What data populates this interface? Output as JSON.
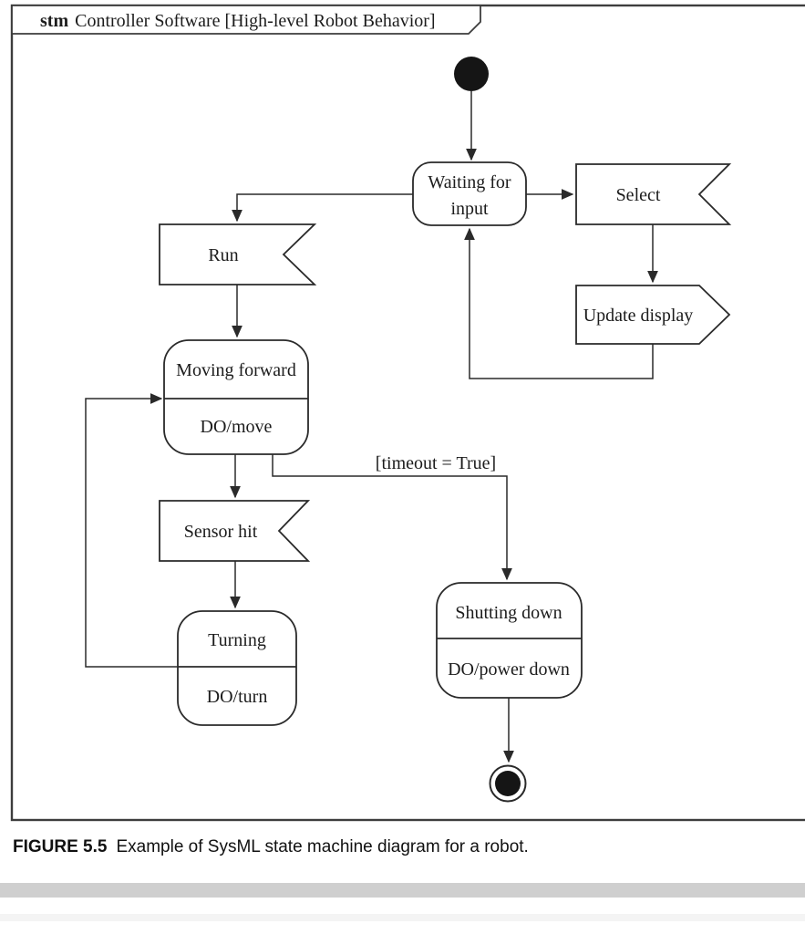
{
  "frame": {
    "kind": "stm",
    "title": "Controller Software [High-level Robot Behavior]"
  },
  "diagram": {
    "type": "sysml-state-machine",
    "states": [
      {
        "id": "waiting",
        "label": "Waiting for input",
        "label_lines": [
          "Waiting for",
          "input"
        ]
      },
      {
        "id": "moving_forward",
        "label": "Moving forward",
        "activity": "DO/move"
      },
      {
        "id": "turning",
        "label": "Turning",
        "activity": "DO/turn"
      },
      {
        "id": "shutting_down",
        "label": "Shutting down",
        "activity": "DO/power down"
      }
    ],
    "signals": [
      {
        "id": "select",
        "type": "receipt",
        "label": "Select"
      },
      {
        "id": "update_display",
        "type": "send",
        "label": "Update display"
      },
      {
        "id": "run",
        "type": "receipt",
        "label": "Run"
      },
      {
        "id": "sensor_hit",
        "type": "receipt",
        "label": "Sensor hit"
      }
    ],
    "pseudostates": [
      {
        "id": "initial",
        "type": "initial"
      },
      {
        "id": "final",
        "type": "final"
      }
    ],
    "transitions": [
      {
        "from": "initial",
        "to": "waiting"
      },
      {
        "from": "waiting",
        "to": "select"
      },
      {
        "from": "select",
        "to": "update_display"
      },
      {
        "from": "update_display",
        "to": "waiting"
      },
      {
        "from": "waiting",
        "to": "run"
      },
      {
        "from": "run",
        "to": "moving_forward"
      },
      {
        "from": "moving_forward",
        "to": "sensor_hit"
      },
      {
        "from": "sensor_hit",
        "to": "turning"
      },
      {
        "from": "turning",
        "to": "moving_forward"
      },
      {
        "from": "moving_forward",
        "to": "shutting_down",
        "guard": "[timeout = True]"
      },
      {
        "from": "shutting_down",
        "to": "final"
      }
    ],
    "guards": {
      "timeout": "[timeout = True]"
    }
  },
  "caption": {
    "label": "FIGURE 5.5",
    "text": "Example of SysML state machine diagram for a robot."
  },
  "colors": {
    "line": "#2a2a2a",
    "frame": "#3d3d3d",
    "bar_dark": "#cfcfcf",
    "bar_light": "#f4f4f4",
    "fill": "#ffffff"
  }
}
